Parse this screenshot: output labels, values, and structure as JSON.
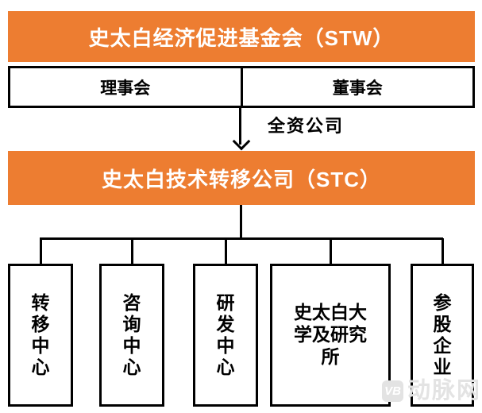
{
  "colors": {
    "accent_orange": "#ED7D31",
    "line_black": "#000000",
    "watermark_gray": "#E3E3E3"
  },
  "foundation_banner": {
    "title": "史太白经济促进基金会（STW）"
  },
  "governance_row": {
    "cells": [
      {
        "label": "理事会"
      },
      {
        "label": "董事会"
      }
    ]
  },
  "relationship_arrow": {
    "label": "全资公司"
  },
  "company_banner": {
    "title": "史太白技术转移公司（STC）"
  },
  "subsidiary_boxes": [
    {
      "label": "转移中心",
      "text_orientation": "vertical"
    },
    {
      "label": "咨询中心",
      "text_orientation": "vertical"
    },
    {
      "label": "研发中心",
      "text_orientation": "vertical"
    },
    {
      "label": "史太白大学及研究所",
      "text_orientation": "horizontal"
    },
    {
      "label": "参股企业",
      "text_orientation": "vertical"
    }
  ],
  "watermark": {
    "logo_text": "VB",
    "brand_text": "动脉网"
  }
}
